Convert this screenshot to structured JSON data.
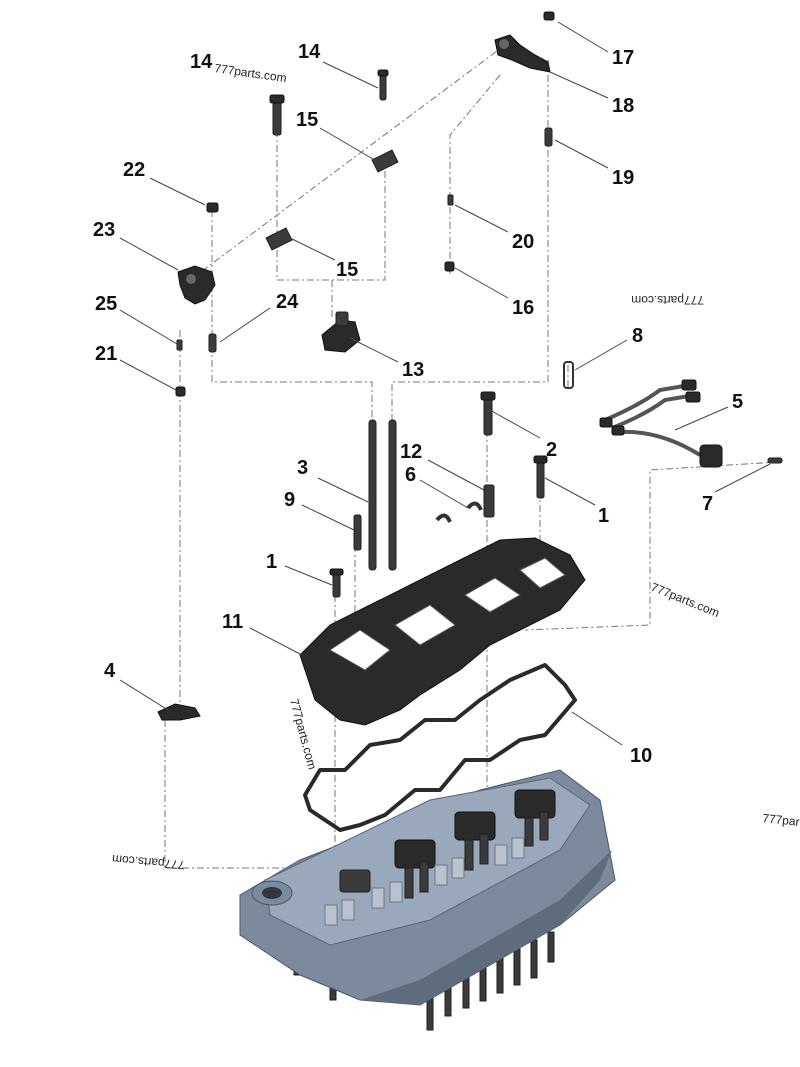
{
  "callouts": [
    {
      "label": "14"
    },
    {
      "label": "14"
    },
    {
      "label": "15"
    },
    {
      "label": "15"
    },
    {
      "label": "17"
    },
    {
      "label": "18"
    },
    {
      "label": "19"
    },
    {
      "label": "20"
    },
    {
      "label": "16"
    },
    {
      "label": "22"
    },
    {
      "label": "23"
    },
    {
      "label": "25"
    },
    {
      "label": "24"
    },
    {
      "label": "21"
    },
    {
      "label": "13"
    },
    {
      "label": "8"
    },
    {
      "label": "5"
    },
    {
      "label": "7"
    },
    {
      "label": "12"
    },
    {
      "label": "2"
    },
    {
      "label": "3"
    },
    {
      "label": "6"
    },
    {
      "label": "9"
    },
    {
      "label": "1"
    },
    {
      "label": "1"
    },
    {
      "label": "11"
    },
    {
      "label": "4"
    },
    {
      "label": "10"
    }
  ],
  "watermarks": [
    "777parts.com",
    "777parts.com",
    "777parts.com",
    "777parts.com",
    "777parts.com",
    "777par"
  ]
}
